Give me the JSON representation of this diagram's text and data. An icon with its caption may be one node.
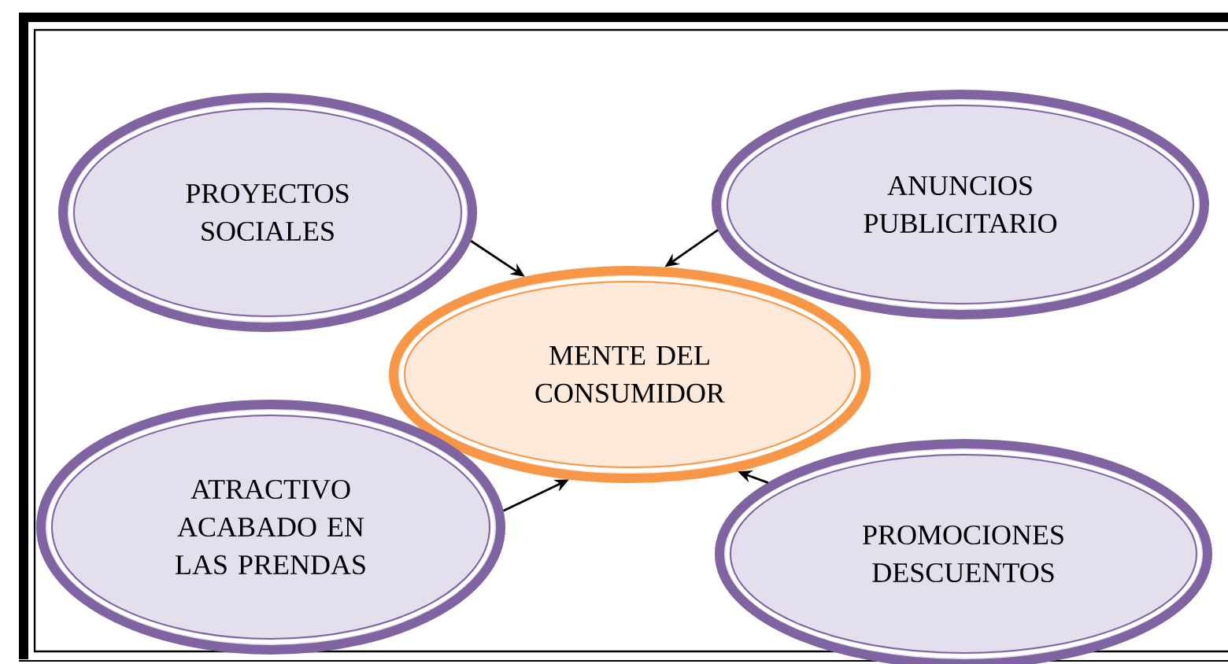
{
  "diagram": {
    "nodes": [
      {
        "text": [
          "PROYECTOS SOCIALES"
        ]
      },
      {
        "text": [
          "ANUNCIOS PUBLICITARIO"
        ]
      },
      {
        "text": [
          "MENTE DEL CONSUMIDOR"
        ]
      },
      {
        "text": [
          "ATRACTIVO ACABADO EN LAS PRENDAS"
        ]
      },
      {
        "text": [
          "PROMOCIONES DESCUENTOS"
        ]
      }
    ],
    "edges": [
      {
        "from": 0,
        "to": 2,
        "arrow": "to"
      },
      {
        "from": 1,
        "to": 2,
        "arrow": "to"
      },
      {
        "from": 3,
        "to": 2,
        "arrow": "to"
      },
      {
        "from": 4,
        "to": 2,
        "arrow": "to"
      }
    ]
  }
}
